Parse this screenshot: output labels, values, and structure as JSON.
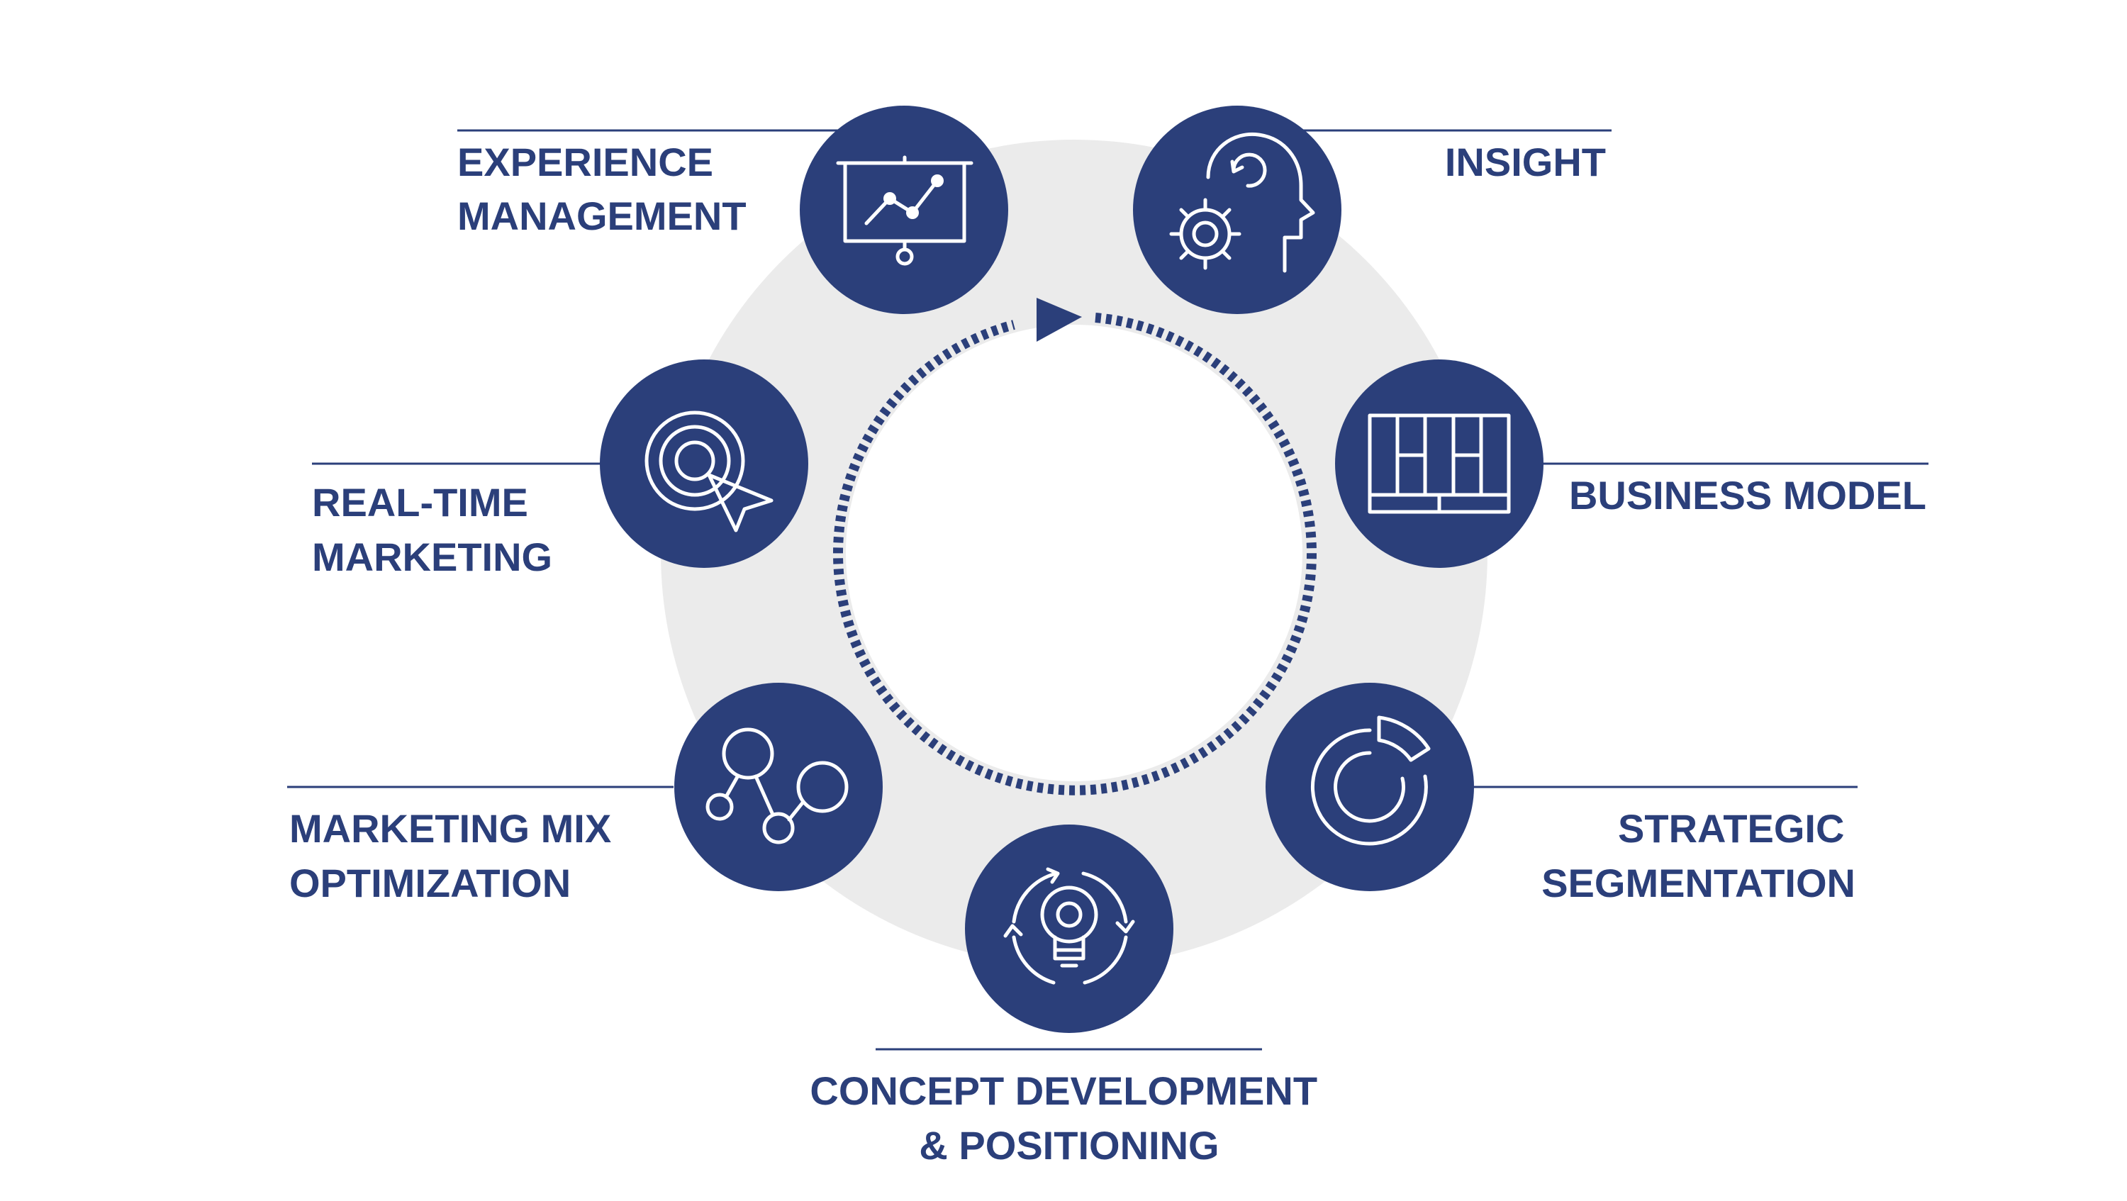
{
  "colors": {
    "primary": "#2b3f7a",
    "ring": "#ebebeb",
    "icon": "#ffffff",
    "background": "#ffffff"
  },
  "cycle": {
    "direction": "clockwise",
    "arrow": "dashed-circular-arrow"
  },
  "steps": [
    {
      "id": "insight",
      "icon": "head-gear-refresh-icon",
      "lines": [
        "INSIGHT"
      ]
    },
    {
      "id": "business-model",
      "icon": "business-model-canvas-icon",
      "lines": [
        "BUSINESS MODEL"
      ]
    },
    {
      "id": "strategic-segmentation",
      "icon": "segmented-donut-chart-icon",
      "lines": [
        "STRATEGIC",
        "SEGMENTATION"
      ]
    },
    {
      "id": "concept-development",
      "icon": "lightbulb-cycle-icon",
      "lines": [
        "CONCEPT DEVELOPMENT",
        "& POSITIONING"
      ]
    },
    {
      "id": "marketing-mix",
      "icon": "connected-circles-icon",
      "lines": [
        "MARKETING MIX",
        "OPTIMIZATION"
      ]
    },
    {
      "id": "real-time-marketing",
      "icon": "target-cursor-icon",
      "lines": [
        "REAL-TIME",
        "MARKETING"
      ]
    },
    {
      "id": "experience-management",
      "icon": "presentation-board-chart-icon",
      "lines": [
        "EXPERIENCE",
        "MANAGEMENT"
      ]
    }
  ]
}
